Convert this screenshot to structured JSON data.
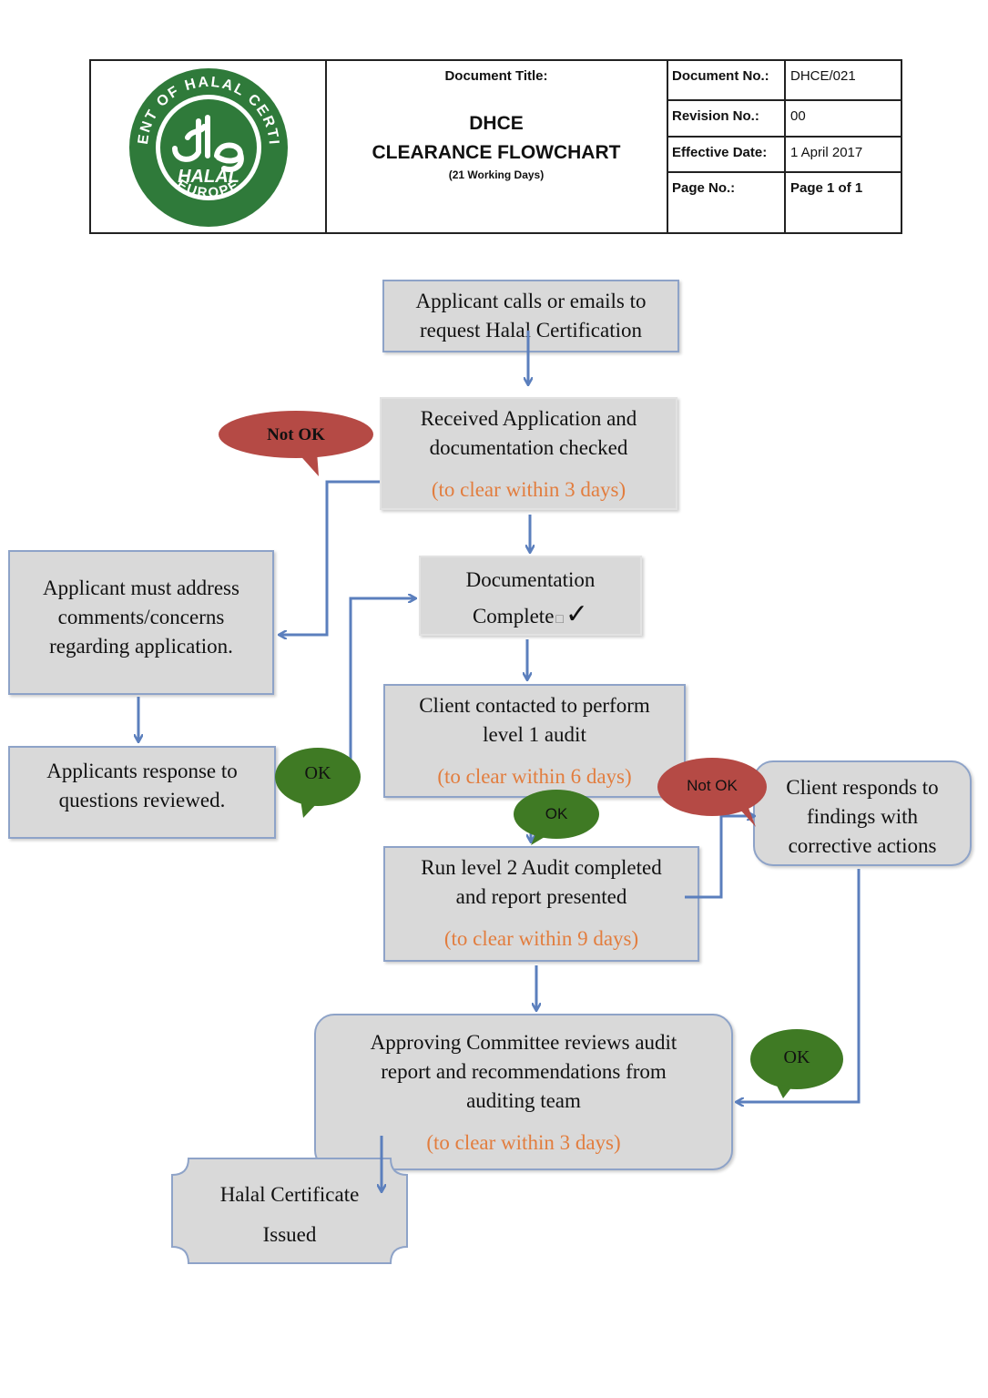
{
  "header": {
    "logo": {
      "ring_text_top": "DEPARTMENT OF HALAL CERTIFICATION",
      "ring_text_bottom": "EUROPE",
      "center_word": "HALAL",
      "colors": {
        "ring": "#2f7a3a",
        "white": "#ffffff"
      }
    },
    "title_label": "Document Title:",
    "title_main": "DHCE",
    "title_sub": "CLEARANCE FLOWCHART",
    "title_note": "(21 Working Days)",
    "fields": [
      {
        "label": "Document No.:",
        "value": "DHCE/021"
      },
      {
        "label": "Revision No.:",
        "value": "00"
      },
      {
        "label": "Effective Date:",
        "value": "1 April 2017"
      },
      {
        "label": "Page No.:",
        "value": "Page 1 of 1"
      }
    ]
  },
  "flow": {
    "request": {
      "line1": "Applicant calls or emails to",
      "line2": "request Halal Certification"
    },
    "received": {
      "line1": "Received Application and",
      "line2": "documentation checked",
      "timing": "(to clear within 3 days)"
    },
    "doc_complete": {
      "line1": "Documentation",
      "line2": "Complete",
      "check": "✓"
    },
    "address": {
      "line1": "Applicant must address",
      "line2": "comments/concerns",
      "line3": "regarding application."
    },
    "responses": {
      "line1": "Applicants response to",
      "line2": "questions reviewed."
    },
    "level1": {
      "line1": "Client contacted to perform",
      "line2": "level 1 audit",
      "timing": "(to clear within 6 days)"
    },
    "level2": {
      "line1": "Run level 2 Audit completed",
      "line2": "and report presented",
      "timing": "(to clear within 9 days)"
    },
    "client_responds": {
      "line1": "Client responds to",
      "line2": "findings with",
      "line3": "corrective actions"
    },
    "committee": {
      "line1": "Approving Committee reviews audit",
      "line2": "report and recommendations from",
      "line3": "auditing team",
      "timing": "(to clear within 3 days)"
    },
    "certificate": {
      "line1": "Halal Certificate",
      "line2": "Issued"
    }
  },
  "bubbles": {
    "not_ok_1": "Not OK",
    "ok_1": "OK",
    "ok_2": "OK",
    "not_ok_2": "Not OK",
    "ok_3": "OK"
  },
  "colors": {
    "box_fill": "#d9d9d9",
    "box_border": "#8ea3c8",
    "arrow": "#5b7fbd",
    "timing_text": "#e27d3e",
    "not_ok_fill": "#b54a45",
    "ok_fill": "#3f7a24"
  }
}
